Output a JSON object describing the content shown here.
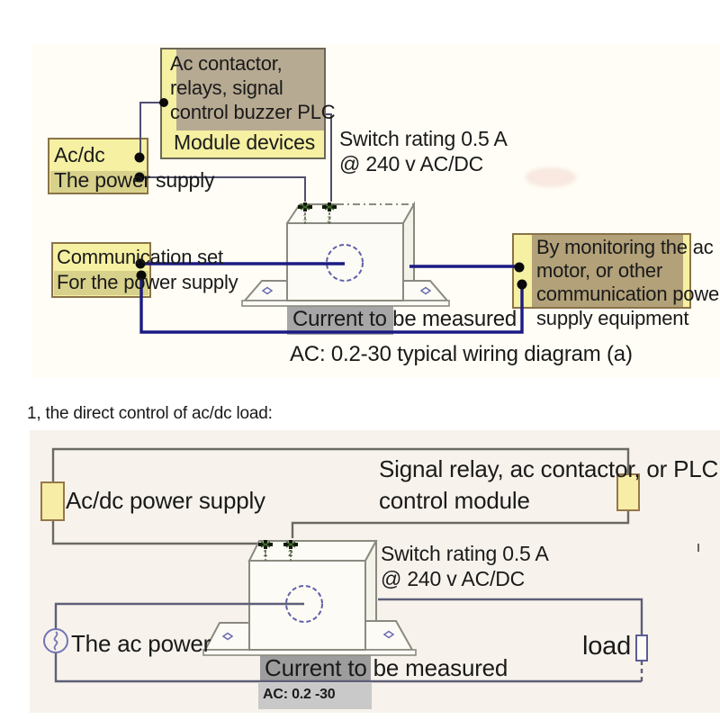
{
  "palette": {
    "navy_wire": "#1b1b84",
    "thin_wire": "#4f4f6e",
    "bottom_loop1_wire": "#6a6a62",
    "bottom_loop2_wire": "#5e5e78",
    "yellow_fill": "#f5f0a2",
    "olive_highlight": "#d8d18b",
    "brown_fill": "#b7aa92",
    "brown_fill_right": "#b2a179",
    "panel_top_bg": "#fffdf5",
    "panel_bottom_bg": "#f7f3ec",
    "gray_label_dark": "#a6a6a6",
    "gray_label_mid": "#9d9d9d",
    "gray_label_light": "#c9c9c9",
    "terminal_green": "#3f6b2f"
  },
  "top": {
    "contactor_box": {
      "lines": [
        "Ac contactor,",
        "relays, signal",
        "control buzzer PLC"
      ],
      "footer": "Module devices"
    },
    "acdc_box": {
      "line1": "Ac/dc",
      "line2": "The power supply"
    },
    "switch_rating": {
      "line1": "Switch rating 0.5 A",
      "line2": "@ 240 v AC/DC"
    },
    "comm_box": {
      "line1": "Communication set",
      "line2": "For the power supply"
    },
    "monitor_box": {
      "lines": [
        "By monitoring the ac",
        "motor, or other",
        "communication power",
        "supply equipment"
      ]
    },
    "current_label": "Current to be measured",
    "caption": "AC: 0.2-30 typical wiring diagram (a)",
    "terminal_labels": [
      "1",
      "2"
    ]
  },
  "bottom": {
    "heading": "1, the direct control of ac/dc load:",
    "power_supply_label": "Ac/dc power supply",
    "relay_label_line1": "Signal relay, ac contactor, or PLC",
    "relay_label_line2": "control module",
    "switch_rating": {
      "line1": "Switch rating 0.5 A",
      "line2": "@ 240 v AC/DC"
    },
    "ac_power_label": "The ac power",
    "load_label": "load",
    "current_label": "Current to be measured",
    "range_label": "AC: 0.2 -30",
    "terminal_labels": [
      "1",
      "2"
    ]
  }
}
